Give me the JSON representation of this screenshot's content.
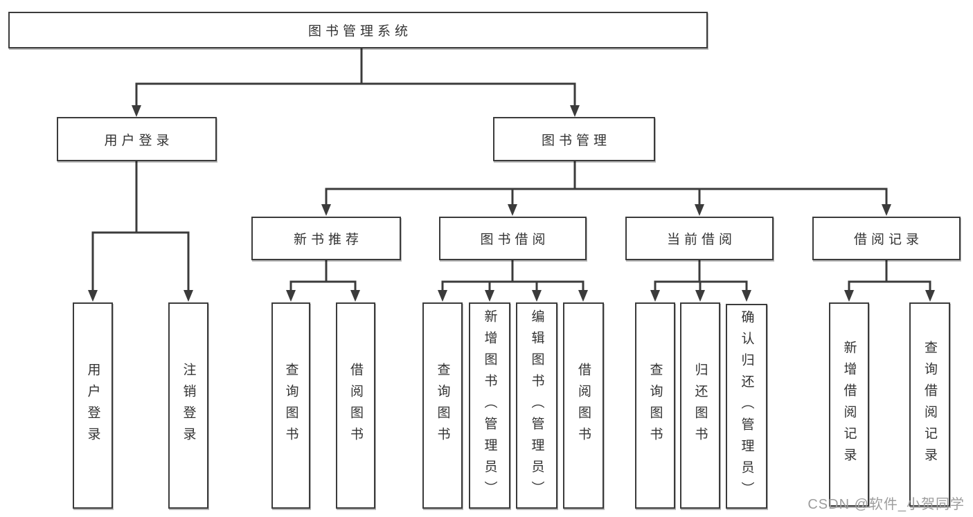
{
  "tree": {
    "root": {
      "label": "图书管理系统",
      "children": [
        {
          "label": "用户登录",
          "children": [
            {
              "label": "用户登录"
            },
            {
              "label": "注销登录"
            }
          ]
        },
        {
          "label": "图书管理",
          "children": [
            {
              "label": "新书推荐",
              "children": [
                {
                  "label": "查询图书"
                },
                {
                  "label": "借阅图书"
                }
              ]
            },
            {
              "label": "图书借阅",
              "children": [
                {
                  "label": "查询图书"
                },
                {
                  "label": "新增图书（管理员）"
                },
                {
                  "label": "编辑图书（管理员）"
                },
                {
                  "label": "借阅图书"
                }
              ]
            },
            {
              "label": "当前借阅",
              "children": [
                {
                  "label": "查询图书"
                },
                {
                  "label": "归还图书"
                },
                {
                  "label": "确认归还（管理员）"
                }
              ]
            },
            {
              "label": "借阅记录",
              "children": [
                {
                  "label": "新增借阅记录"
                },
                {
                  "label": "查询借阅记录"
                }
              ]
            }
          ]
        }
      ]
    }
  },
  "watermark": {
    "text": "CSDN @软件_小贺同学"
  },
  "colors": {
    "line_color": "#3b3b3b",
    "text_color": "#333333",
    "box_background": "#ffffff",
    "page_background": "#ffffff",
    "watermark_color": "#9d9d9d"
  }
}
